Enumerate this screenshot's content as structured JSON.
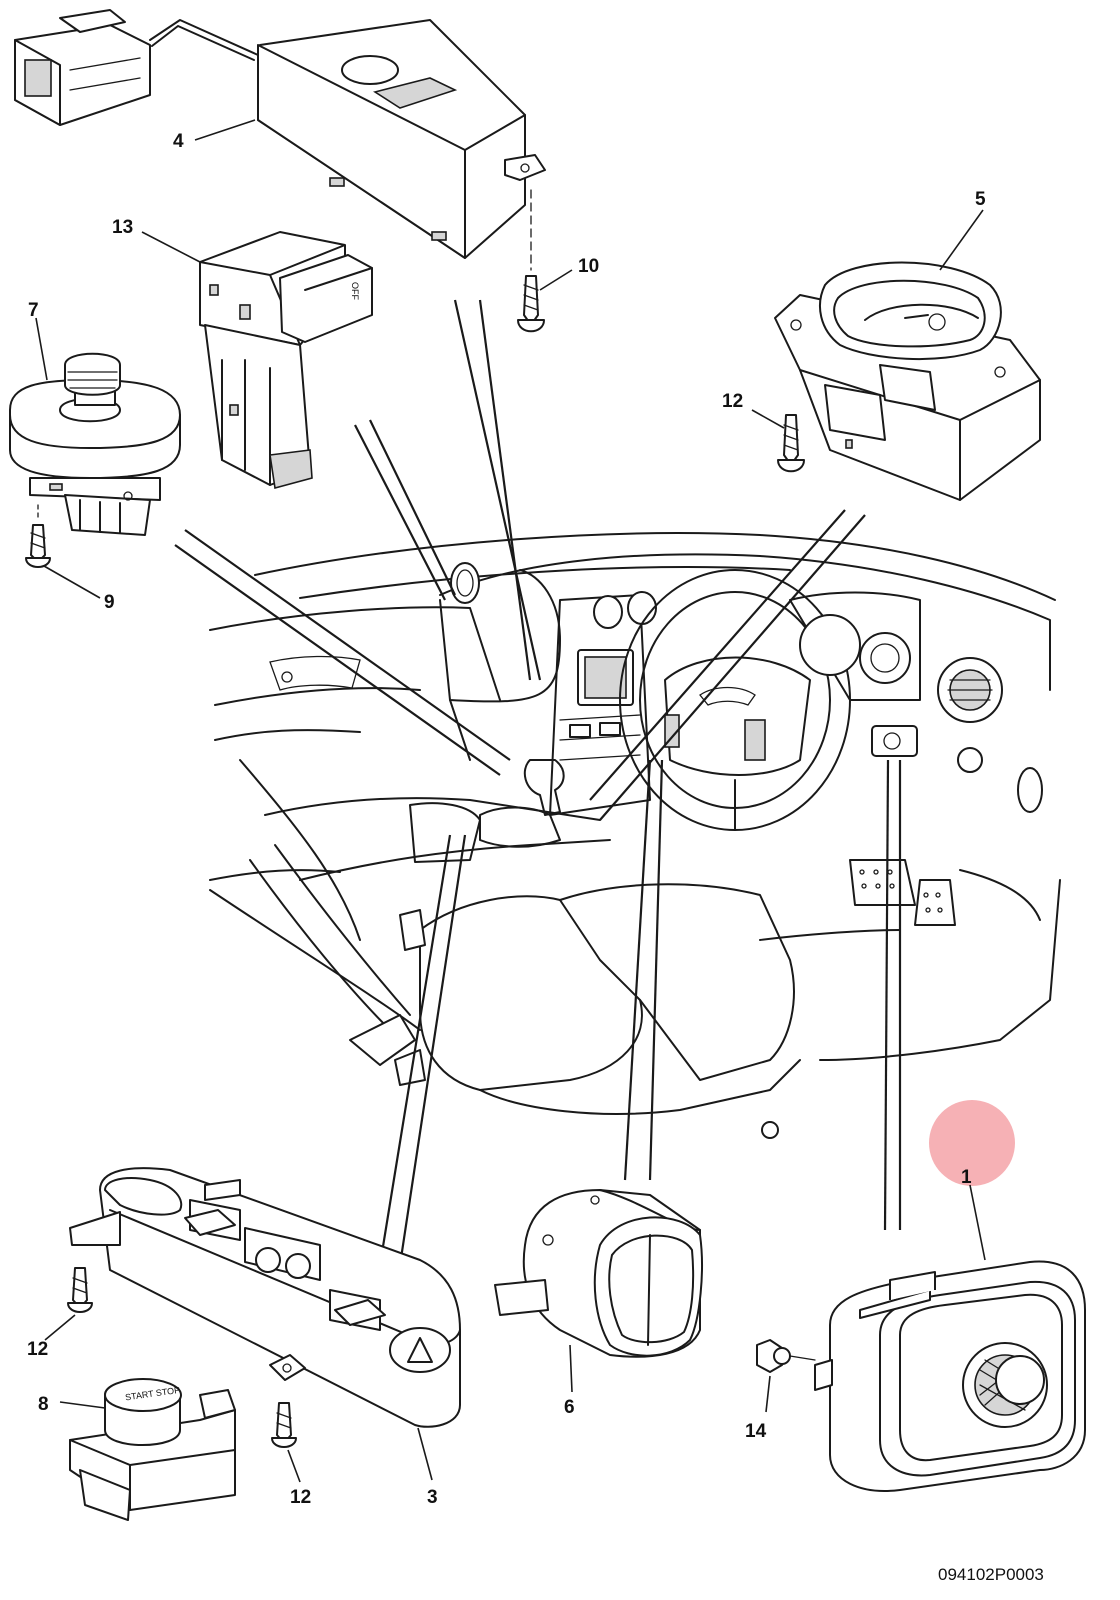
{
  "diagram": {
    "drawing_code": "094102P0003",
    "highlight_color": "#f4a3a8",
    "callouts": {
      "c1": "1",
      "c3": "3",
      "c4": "4",
      "c5": "5",
      "c6": "6",
      "c7": "7",
      "c8": "8",
      "c9": "9",
      "c10": "10",
      "c12a": "12",
      "c12b": "12",
      "c12c": "12",
      "c13": "13",
      "c14": "14"
    },
    "part_markings": {
      "switch_13": "OFF",
      "button_8": "START STOP"
    }
  }
}
